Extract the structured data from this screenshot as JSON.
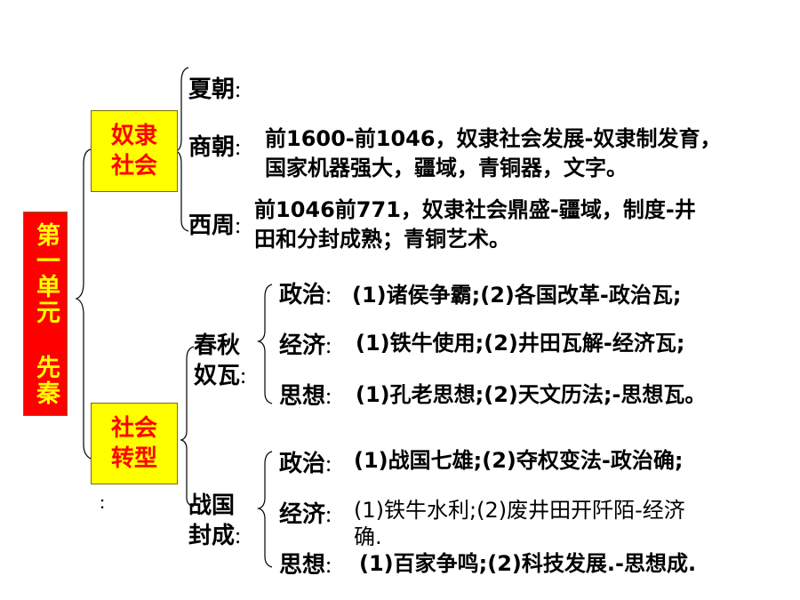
{
  "unit_box": "第一单元 先秦",
  "slave_box": "奴隶社会",
  "transform_box": "社会转型",
  "stray_colon": ":",
  "xia": {
    "label": "夏朝",
    "colon": ":"
  },
  "shang": {
    "label": "商朝",
    "colon": ":",
    "line1": "前1600-前1046，奴隶社会发展-奴隶制发育，",
    "line2": "国家机器强大，疆域，青铜器，文字。"
  },
  "zhou": {
    "label": "西周",
    "colon": ":",
    "line1": "前1046前771，奴隶社会鼎盛-疆域，制度-井",
    "line2": "田和分封成熟；青铜艺术。"
  },
  "chunqiu": {
    "label_l1": "春秋",
    "label_l2": "奴瓦",
    "colon": ":",
    "politics": {
      "label": "政治",
      "colon": ":",
      "text": "(1)诸侯争霸;(2)各国改革-政治瓦;"
    },
    "economy": {
      "label": "经济",
      "colon": ":",
      "text": "(1)铁牛使用;(2)井田瓦解-经济瓦;"
    },
    "thought": {
      "label": "思想",
      "colon": ":",
      "text": "(1)孔老思想;(2)天文历法;-思想瓦。"
    }
  },
  "zhanguo": {
    "label_l1": "战国",
    "label_l2": "封成",
    "colon": ":",
    "politics": {
      "label": "政治",
      "colon": ":",
      "text": "(1)战国七雄;(2)夺权变法-政治确;"
    },
    "economy": {
      "label": "经济",
      "colon": ":",
      "text_l1": "(1)铁牛水利;(2)废井田开阡陌-经济",
      "text_l2": "确."
    },
    "thought": {
      "label": "思想",
      "colon": ":",
      "text": "(1)百家争鸣;(2)科技发展.-思想成."
    }
  },
  "colors": {
    "red": "#ff0000",
    "yellow": "#ffff00"
  }
}
